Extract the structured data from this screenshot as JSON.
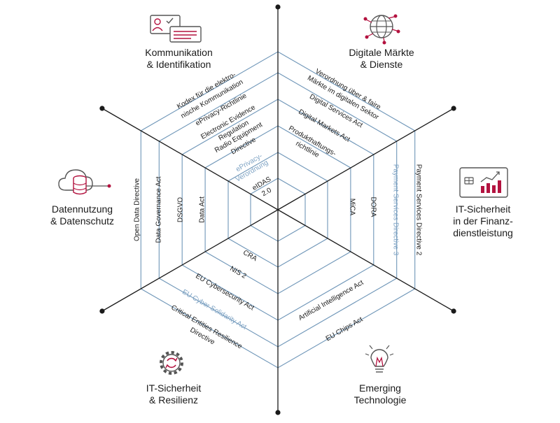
{
  "colors": {
    "axis": "#1a1a1a",
    "hexagon": "#6f96b8",
    "label": "#1a1a1a",
    "highlight": "#7ea3c4",
    "icon_accent": "#b3123f",
    "icon_gray": "#555555"
  },
  "categories": {
    "top_left": {
      "line1": "Kommunikation",
      "line2": "& Identifikation",
      "icon": "id-card-icon"
    },
    "top_right": {
      "line1": "Digitale Märkte",
      "line2": "& Dienste",
      "icon": "globe-network-icon"
    },
    "right": {
      "line1": "IT-Sicherheit",
      "line2": "in der Finanz-",
      "line3": "dienstleistung",
      "icon": "finance-chart-icon"
    },
    "bottom_right": {
      "line1": "Emerging",
      "line2": "Technologie",
      "icon": "lightbulb-icon"
    },
    "bottom_left": {
      "line1": "IT-Sicherheit",
      "line2": "& Resilienz",
      "icon": "gear-refresh-icon"
    },
    "left": {
      "line1": "Datennutzung",
      "line2": "& Datenschutz",
      "icon": "cloud-database-icon"
    }
  },
  "regulations": [
    {
      "id": "kodex-1",
      "text": "Kodex für die elektro-",
      "highlight": false
    },
    {
      "id": "kodex-2",
      "text": "nische Kommunikation",
      "highlight": false
    },
    {
      "id": "eprivacy-rl",
      "text": "ePrivacy-Richtlinie",
      "highlight": false
    },
    {
      "id": "eer-1",
      "text": "Electronic Evidence",
      "highlight": false
    },
    {
      "id": "eer-2",
      "text": "Regulation",
      "highlight": false
    },
    {
      "id": "red-1",
      "text": "Radio Equipment",
      "highlight": false
    },
    {
      "id": "red-2",
      "text": "Directive",
      "highlight": false
    },
    {
      "id": "eprivacy-vo-1",
      "text": "ePrivacy-",
      "highlight": true
    },
    {
      "id": "eprivacy-vo-2",
      "text": "Verordnung",
      "highlight": true
    },
    {
      "id": "eidas-1",
      "text": "eIDAS",
      "highlight": false
    },
    {
      "id": "eidas-2",
      "text": "2.0",
      "highlight": false
    },
    {
      "id": "p2b-1",
      "text": "Verordnung über & faire",
      "highlight": false
    },
    {
      "id": "p2b-2",
      "text": "Märkte im digitalen Sektor",
      "highlight": false
    },
    {
      "id": "dsa",
      "text": "Digital Services Act",
      "highlight": false
    },
    {
      "id": "dma",
      "text": "Digital Markets Act",
      "highlight": false
    },
    {
      "id": "pld-1",
      "text": "Produkthaftungs-",
      "highlight": false
    },
    {
      "id": "pld-2",
      "text": "richtlinie",
      "highlight": false
    },
    {
      "id": "psd2",
      "text": "Payment Services Directive 2",
      "highlight": false
    },
    {
      "id": "psd3",
      "text": "Payment Services Directive 3",
      "highlight": true
    },
    {
      "id": "dora",
      "text": "DORA",
      "highlight": false
    },
    {
      "id": "mica",
      "text": "MiCA",
      "highlight": false
    },
    {
      "id": "ai-act",
      "text": "Artificial Intelligence Act",
      "highlight": false
    },
    {
      "id": "chips-act",
      "text": "EU Chips Act",
      "highlight": false
    },
    {
      "id": "cra",
      "text": "CRA",
      "highlight": false
    },
    {
      "id": "nis2",
      "text": "NIS 2",
      "highlight": false
    },
    {
      "id": "csa",
      "text": "EU Cybersecurity Act",
      "highlight": false
    },
    {
      "id": "cyber-solidarity",
      "text": "EU Cyber Solidarity Act",
      "highlight": true
    },
    {
      "id": "cer-1",
      "text": "Critical Entities Resilience",
      "highlight": false
    },
    {
      "id": "cer-2",
      "text": "Directive",
      "highlight": false
    },
    {
      "id": "open-data",
      "text": "Open Data Directive",
      "highlight": false
    },
    {
      "id": "dga",
      "text": "Data Governance Act",
      "highlight": false
    },
    {
      "id": "dsgvo",
      "text": "DSGVO",
      "highlight": false
    },
    {
      "id": "data-act",
      "text": "Data Act",
      "highlight": false
    }
  ]
}
